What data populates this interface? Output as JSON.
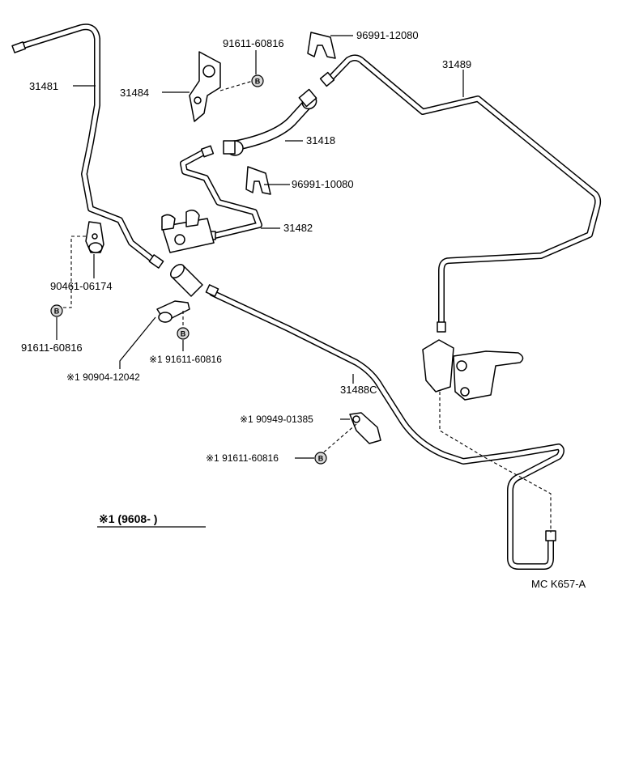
{
  "labels": {
    "p31481": "31481",
    "p31484": "31484",
    "p91611_top": "91611-60816",
    "p96991_12080": "96991-12080",
    "p31489": "31489",
    "p31418": "31418",
    "p96991_10080": "96991-10080",
    "p31482": "31482",
    "p90461": "90461-06174",
    "p91611_left": "91611-60816",
    "p91611_mid": "※1 91611-60816",
    "p90904": "※1 90904-12042",
    "p31488c": "31488C",
    "p90949": "※1 90949-01385",
    "p91611_low": "※1 91611-60816",
    "note": "※1 (9608-       )",
    "ref": "MC K657-A"
  },
  "bolt_letter": "B",
  "icons": [
    "bolt-b-icon",
    "clip-icon",
    "bracket-icon",
    "valve-icon",
    "hose-icon",
    "fitting-icon"
  ]
}
